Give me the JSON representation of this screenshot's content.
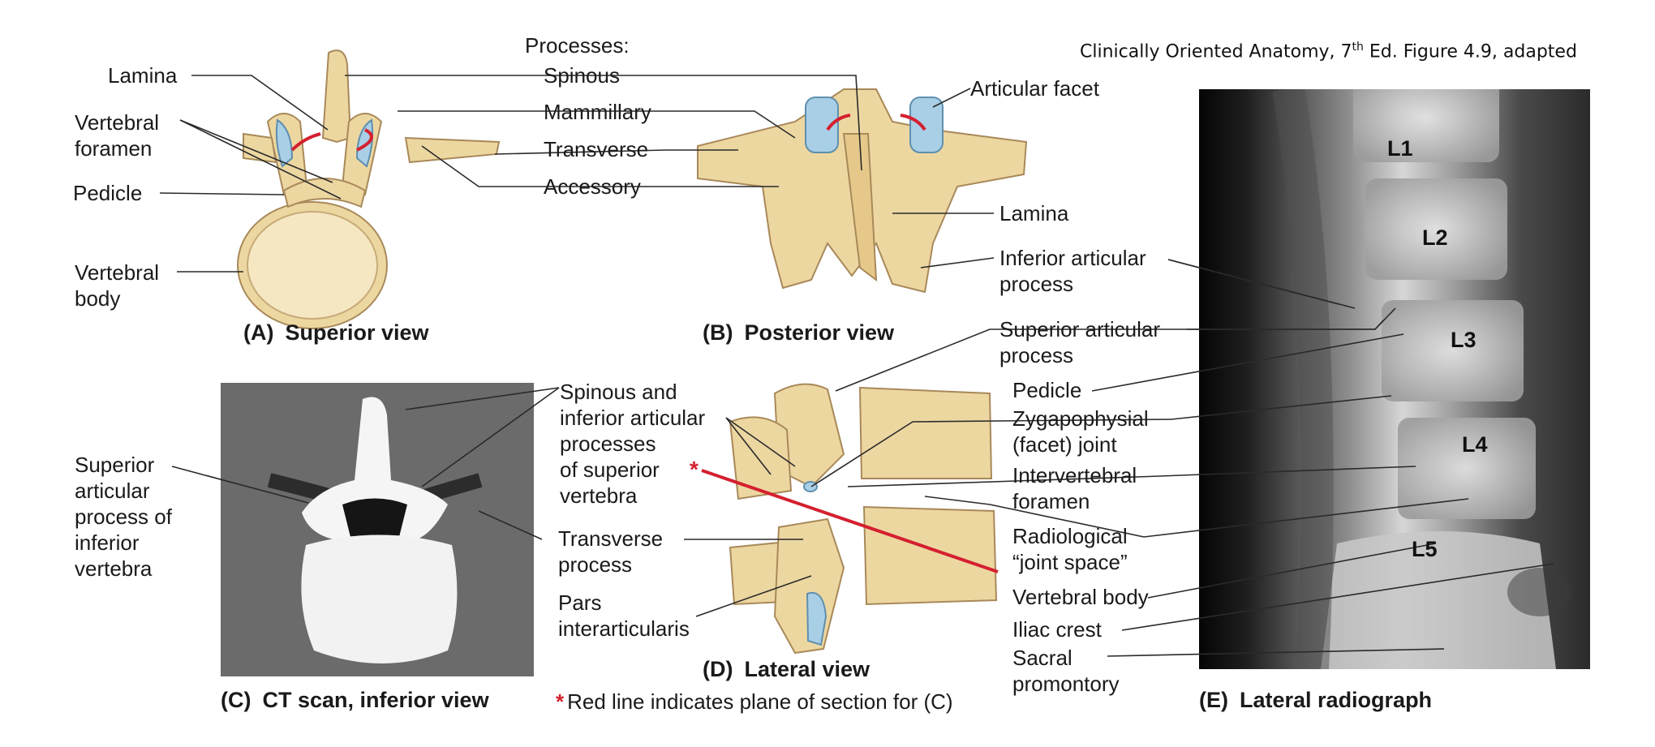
{
  "credit": {
    "prefix": "Clinically Oriented Anatomy, 7",
    "sup": "th",
    "suffix": " Ed. Figure 4.9, adapted"
  },
  "panels": {
    "a": {
      "letter": "(A)",
      "title": "Superior view"
    },
    "b": {
      "letter": "(B)",
      "title": "Posterior view"
    },
    "c": {
      "letter": "(C)",
      "title": "CT scan, inferior view"
    },
    "d": {
      "letter": "(D)",
      "title": "Lateral view"
    },
    "e": {
      "letter": "(E)",
      "title": "Lateral radiograph"
    }
  },
  "labels_a": {
    "lamina": "Lamina",
    "vertebral_foramen": [
      "Vertebral",
      "foramen"
    ],
    "pedicle": "Pedicle",
    "vertebral_body": [
      "Vertebral",
      "body"
    ]
  },
  "processes": {
    "heading": "Processes:",
    "spinous": "Spinous",
    "mammillary": "Mammillary",
    "transverse": "Transverse",
    "accessory": "Accessory"
  },
  "labels_b": {
    "articular_facet": "Articular facet",
    "lamina": "Lamina",
    "inferior_articular_process": [
      "Inferior articular",
      "process"
    ]
  },
  "labels_c": {
    "superior_articular_process": [
      "Superior",
      "articular",
      "process of",
      "inferior",
      "vertebra"
    ]
  },
  "labels_d": {
    "spinous_inferior": [
      "Spinous and",
      "inferior articular",
      "processes",
      "of superior",
      "vertebra"
    ],
    "transverse_process": [
      "Transverse",
      "process"
    ],
    "pars": [
      "Pars",
      "interarticularis"
    ]
  },
  "labels_right": {
    "superior_articular_process": [
      "Superior articular",
      "process"
    ],
    "pedicle": "Pedicle",
    "zygapophysial": [
      "Zygapophysial",
      "(facet) joint"
    ],
    "intervertebral_foramen": [
      "Intervertebral",
      "foramen"
    ],
    "radiological_joint_space": [
      "Radiological",
      "“joint space”"
    ],
    "vertebral_body": "Vertebral body",
    "iliac_crest": "Iliac crest",
    "sacral_promontory": [
      "Sacral",
      "promontory"
    ]
  },
  "radiograph_levels": [
    "L1",
    "L2",
    "L3",
    "L4",
    "L5"
  ],
  "footnote": {
    "star": "*",
    "text": "Red line indicates plane of section for (C)"
  },
  "colors": {
    "bone": "#edd7a1",
    "bone_edge": "#a8895a",
    "cartilage": "#a9cfe6",
    "red_line": "#d4202f",
    "leader": "#2a2a2a"
  }
}
